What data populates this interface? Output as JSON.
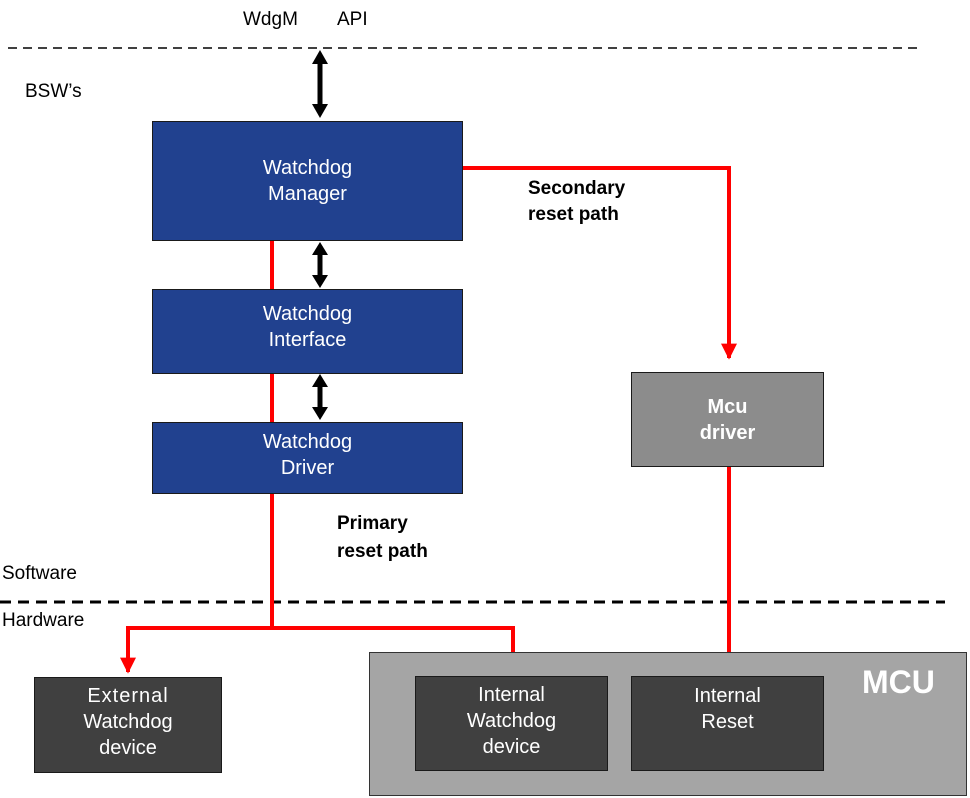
{
  "header": {
    "api_label_1": "WdgM",
    "api_label_2": "API"
  },
  "layers": {
    "bsw": "BSW’s",
    "software": "Software",
    "hardware": "Hardware"
  },
  "boxes": {
    "watchdog_manager": [
      "Watchdog",
      "Manager"
    ],
    "watchdog_interface": [
      "Watchdog",
      "Interface"
    ],
    "watchdog_driver": [
      "Watchdog",
      "Driver"
    ],
    "mcu_driver": [
      "Mcu",
      "driver"
    ],
    "external_watchdog": [
      "External",
      "Watchdog",
      "device"
    ],
    "internal_watchdog": [
      "Internal",
      "Watchdog",
      "device"
    ],
    "internal_reset": [
      "Internal",
      "Reset"
    ],
    "mcu_container": "MCU"
  },
  "paths": {
    "secondary": [
      "Secondary",
      "reset path"
    ],
    "primary": [
      "Primary",
      "reset path"
    ]
  },
  "colors": {
    "reset_path": "#ff0000",
    "bsw_box": "#21418f",
    "hw_box": "#404040",
    "mcu_driver": "#8c8c8c",
    "mcu_container": "#a5a5a5"
  }
}
